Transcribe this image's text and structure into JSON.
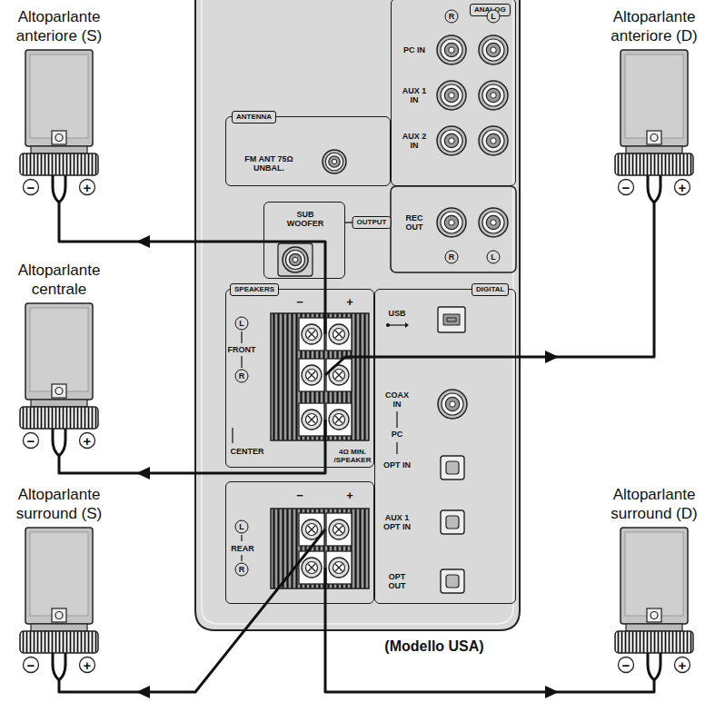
{
  "diagram": {
    "nodes": [
      {
        "text": [
          "ANALOG"
        ]
      },
      {
        "text": [
          "ANTENNA"
        ]
      },
      {
        "text": [
          "SUB WOOFER"
        ]
      },
      {
        "text": [
          "SPEAKERS"
        ]
      },
      {
        "text": [
          "DIGITAL"
        ]
      },
      {
        "text": [
          "REAR"
        ]
      },
      {
        "text": [
          "Altoparlante anteriore (S)"
        ]
      },
      {
        "text": [
          "Altoparlante anteriore (D)"
        ]
      },
      {
        "text": [
          "Altoparlante centrale"
        ]
      },
      {
        "text": [
          "Altoparlante surround (S)"
        ]
      },
      {
        "text": [
          "Altoparlante surround (D)"
        ]
      }
    ],
    "edges": [
      {
        "from": 3,
        "to": 6,
        "arrow": "to"
      },
      {
        "from": 3,
        "to": 7,
        "arrow": "to"
      },
      {
        "from": 3,
        "to": 8,
        "arrow": "to"
      },
      {
        "from": 5,
        "to": 9,
        "arrow": "to"
      },
      {
        "from": 5,
        "to": 10,
        "arrow": "to"
      }
    ],
    "labels": [
      "R",
      "L",
      "PC IN",
      "AUX 1 IN",
      "AUX 2 IN",
      "FM ANT 75Ω UNBAL.",
      "REC OUT",
      "R",
      "L",
      "OUTPUT",
      "−",
      "+",
      "L",
      "FRONT",
      "R",
      "CENTER",
      "4Ω MIN. /SPEAKER",
      "USB",
      "COAX IN",
      "PC",
      "OPT IN",
      "AUX 1 OPT IN",
      "OPT OUT",
      "−",
      "+",
      "L",
      "R",
      "(Modello USA)",
      "−",
      "+",
      "−",
      "+",
      "−",
      "+",
      "−",
      "+",
      "−",
      "+"
    ]
  }
}
